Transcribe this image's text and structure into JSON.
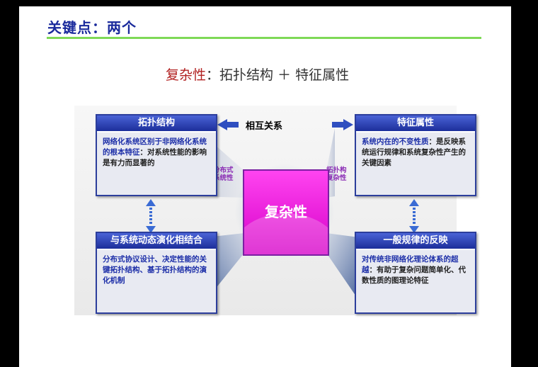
{
  "slide": {
    "title": "关键点：两个",
    "subtitle_highlight": "复杂性",
    "subtitle_rest": "：拓扑结构 ＋ 特征属性"
  },
  "diagram": {
    "center_label": "复杂性",
    "relation_label": "相互关系",
    "left_side_label": "分布式\n系统性",
    "right_side_label": "拓扑构\n复杂性",
    "boxes": {
      "top_left": {
        "header": "拓扑结构",
        "body_emph": "网络化系统区别于非网络化系统的根本特征",
        "body_rest": "：对系统性能的影响是有力而显著的"
      },
      "top_right": {
        "header": "特征属性",
        "body_emph": "系统内在的不变性质",
        "body_rest": "：是反映系统运行规律和系统复杂性产生的关键因素"
      },
      "bottom_left": {
        "header": "与系统动态演化相结合",
        "body_emph": "分布式协议设计、决定性能的关键拓扑结构、基于拓扑结构的演化机制",
        "body_rest": ""
      },
      "bottom_right": {
        "header": "一般规律的反映",
        "body_emph": "对传统非网络化理论体系的超越",
        "body_rest": "：有助于复杂问题简单化、代数性质的图理论特征"
      }
    }
  },
  "colors": {
    "title_blue": "#1a2a9c",
    "rule_green": "#7ed957",
    "box_header_blue": "#1c2e9a",
    "center_magenta": "#e020d8",
    "subtitle_red": "#b22222"
  }
}
